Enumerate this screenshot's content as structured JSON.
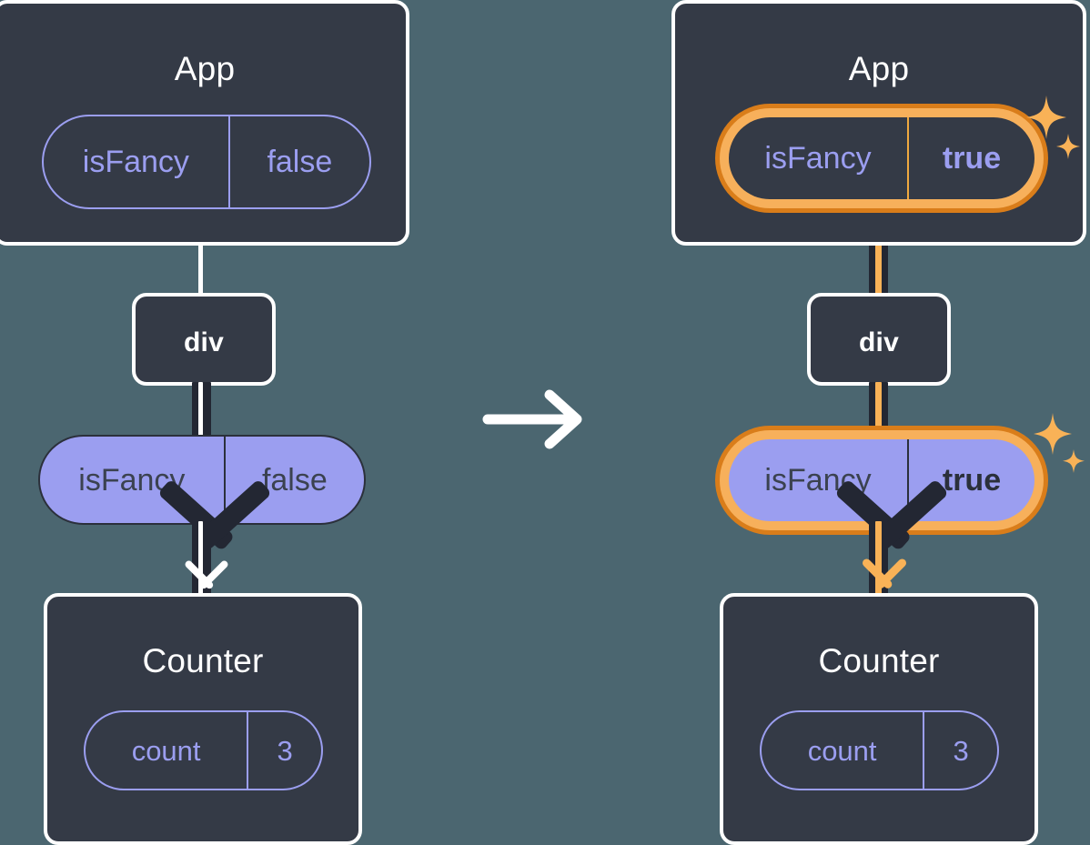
{
  "diagram": {
    "title": "React state propagation: isFancy false to true",
    "background_color": "#4b6670",
    "box_fill": "#343a46",
    "box_border": "#ffffff",
    "pill_purple": "#9b9ef0",
    "highlight_outer": "#d97d1a",
    "highlight_inner": "#f7b05b",
    "line_dark": "#232733",
    "line_amber": "#f9b257",
    "transition_arrow_icon": "arrow-right-icon"
  },
  "before": {
    "app": {
      "title": "App",
      "state_pill": {
        "key": "isFancy",
        "value": "false",
        "style": "outline"
      }
    },
    "div": {
      "title": "div"
    },
    "props_pill": {
      "key": "isFancy",
      "value": "false",
      "style": "solid"
    },
    "counter": {
      "title": "Counter",
      "state_pill": {
        "key": "count",
        "value": "3",
        "style": "outline"
      }
    }
  },
  "after": {
    "app": {
      "title": "App",
      "state_pill": {
        "key": "isFancy",
        "value": "true",
        "style": "outline",
        "highlighted": true
      },
      "sparkle_icon": "sparkles-icon"
    },
    "div": {
      "title": "div"
    },
    "props_pill": {
      "key": "isFancy",
      "value": "true",
      "style": "solid",
      "highlighted": true
    },
    "sparkle_icon": "sparkles-icon",
    "counter": {
      "title": "Counter",
      "state_pill": {
        "key": "count",
        "value": "3",
        "style": "outline"
      }
    }
  }
}
